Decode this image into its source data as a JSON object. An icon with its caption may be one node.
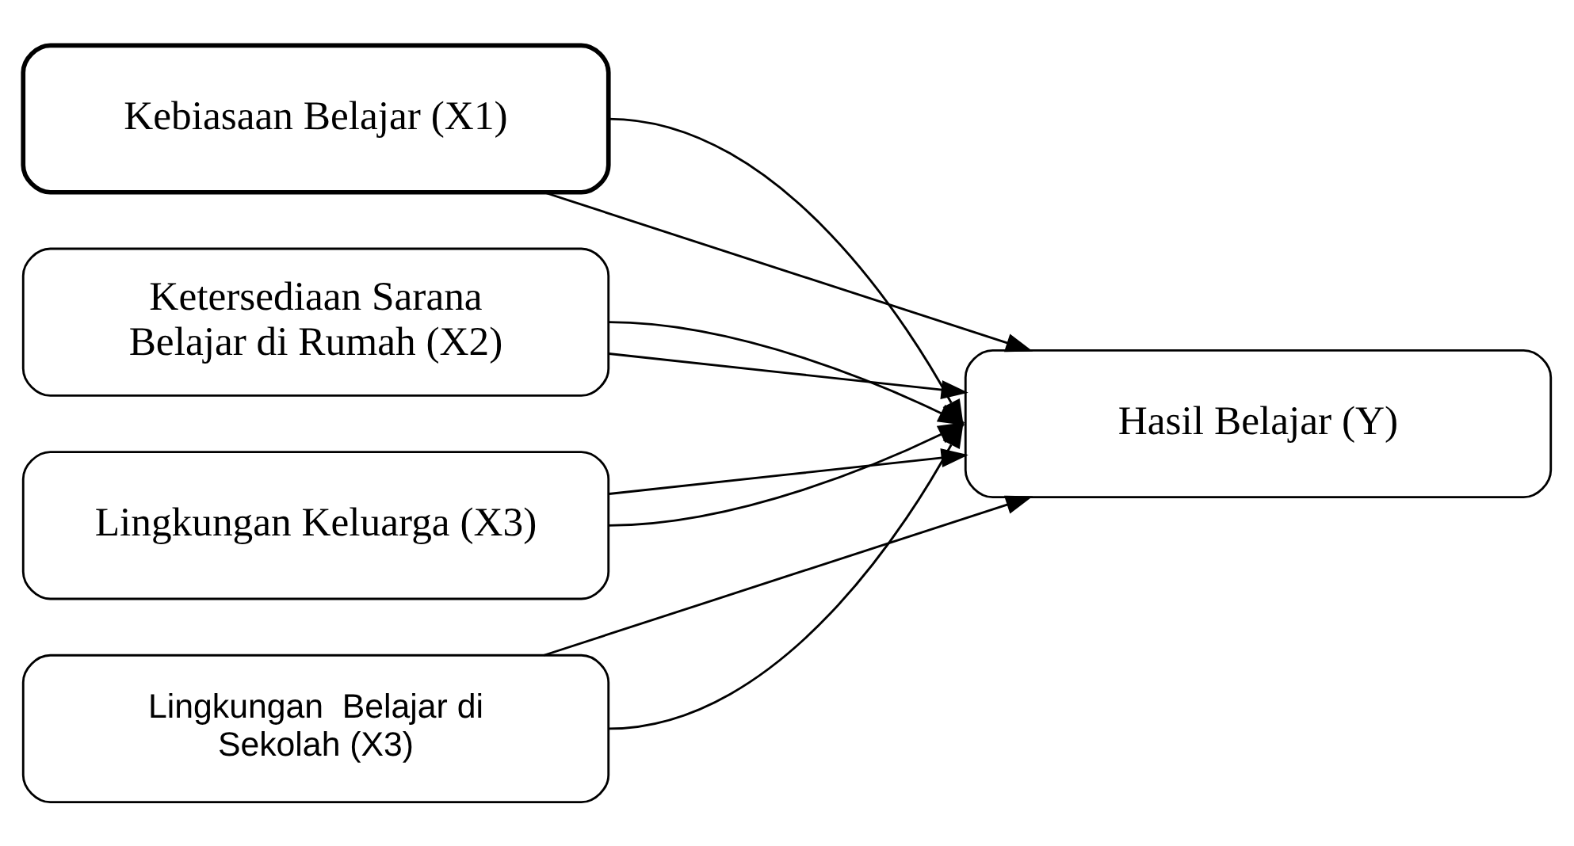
{
  "diagram": {
    "nodes": [
      {
        "text": [
          "Kebiasaan Belajar (X1)"
        ]
      },
      {
        "text": [
          "Ketersediaan Sarana Belajar di Rumah (X2)"
        ]
      },
      {
        "text": [
          "Lingkungan Keluarga (X3)"
        ]
      },
      {
        "text": [
          "Lingkungan  Belajar di Sekolah (X3)"
        ]
      },
      {
        "text": [
          "Hasil Belajar (Y)"
        ]
      }
    ],
    "edges": [
      {
        "from": 0,
        "to": 4,
        "arrow": "to"
      },
      {
        "from": 1,
        "to": 4,
        "arrow": "to"
      },
      {
        "from": 2,
        "to": 4,
        "arrow": "to"
      },
      {
        "from": 3,
        "to": 4,
        "arrow": "to"
      },
      {
        "from": 0,
        "to": 4,
        "arrow": "to"
      },
      {
        "from": 1,
        "to": 4,
        "arrow": "to"
      },
      {
        "from": 2,
        "to": 4,
        "arrow": "to"
      },
      {
        "from": 3,
        "to": 4,
        "arrow": "to"
      }
    ]
  }
}
